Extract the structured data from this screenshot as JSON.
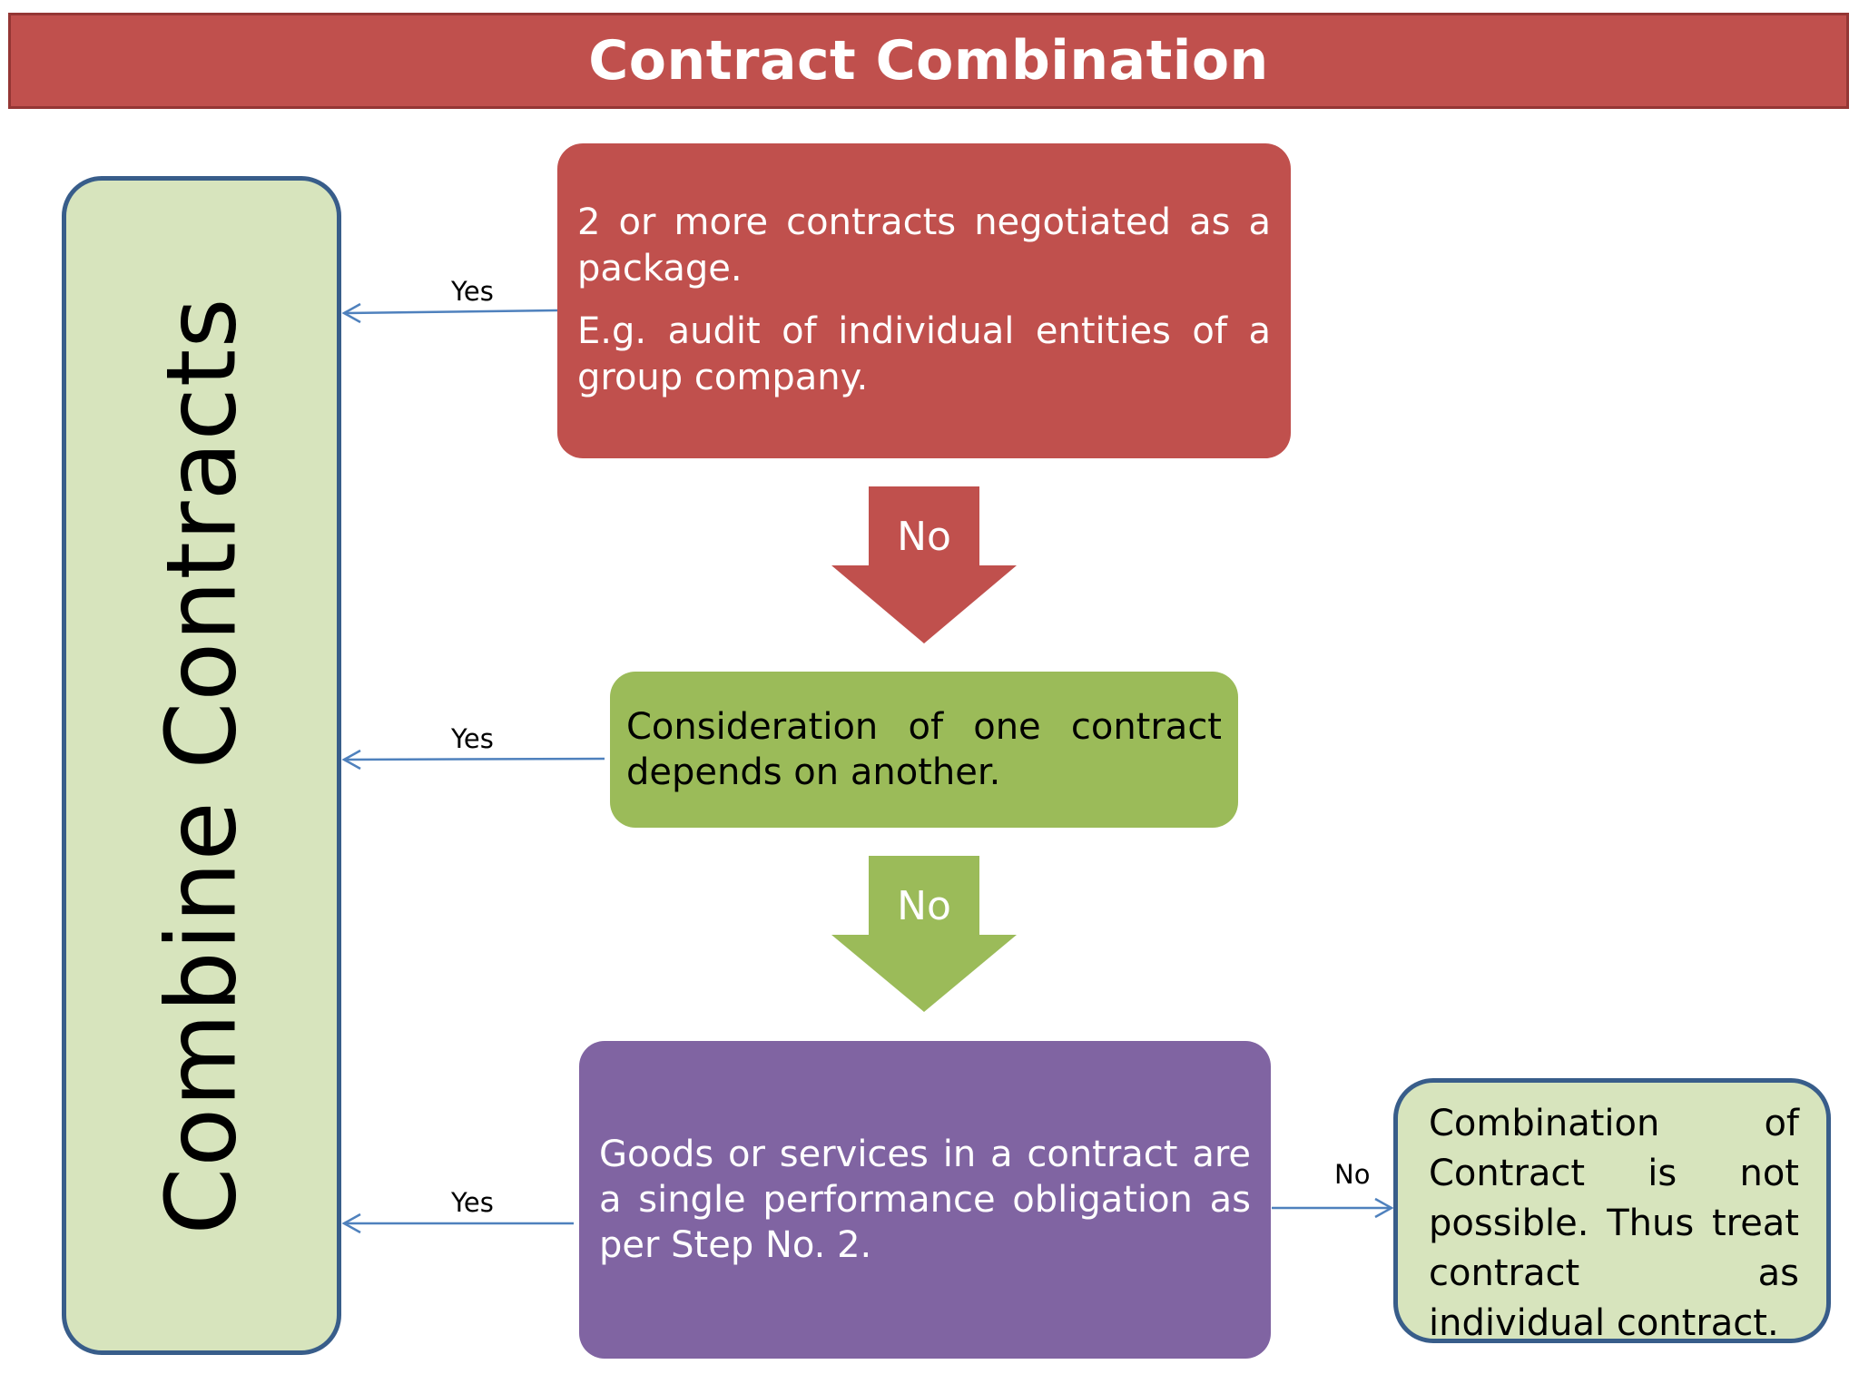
{
  "title": "Contract Combination",
  "side_box": {
    "label": "Combine Contracts"
  },
  "steps": [
    {
      "lines": [
        "2 or more contracts negotiated as a package.",
        "E.g. audit of individual entities of a group company."
      ],
      "color": "#c0504d",
      "yes_label": "Yes",
      "no_label": "No"
    },
    {
      "lines": [
        "Consideration of one contract depends on another."
      ],
      "color": "#9bbb59",
      "yes_label": "Yes",
      "no_label": "No"
    },
    {
      "lines": [
        "Goods or services in a contract are a single performance obligation as per Step No. 2."
      ],
      "color": "#8064a2",
      "yes_label": "Yes",
      "no_label": "No"
    }
  ],
  "result": {
    "text": "Combination of Contract is not possible. Thus treat contract as individual contract."
  },
  "colors": {
    "title_bar": "#c0504d",
    "side_fill": "#d7e4bd",
    "border_blue": "#385d8a",
    "connector": "#4f81bd"
  }
}
